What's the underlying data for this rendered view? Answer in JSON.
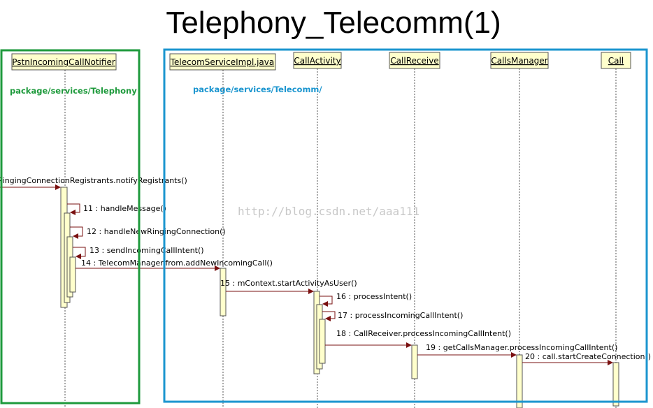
{
  "title": "Telephony_Telecomm(1)",
  "packages": [
    {
      "id": "pkg-telephony",
      "label": "package/services/Telephony",
      "color": "#1e9a3c"
    },
    {
      "id": "pkg-telecomm",
      "label": "package/services/Telecomm/",
      "color": "#1b95cf"
    }
  ],
  "lifelines": [
    {
      "id": "ll-pstn",
      "label": "PstnIncomingCallNotifier"
    },
    {
      "id": "ll-telecomservice",
      "label": "TelecomServiceImpl.java"
    },
    {
      "id": "ll-callactivity",
      "label": "CallActivity"
    },
    {
      "id": "ll-callreceive",
      "label": "CallReceive"
    },
    {
      "id": "ll-callsmanager",
      "label": "CallsManager"
    },
    {
      "id": "ll-call",
      "label": "Call"
    }
  ],
  "messages": [
    {
      "label": "RingingConnectionRegistrants.notifyRegistrants()"
    },
    {
      "label": "11 : handleMessage()"
    },
    {
      "label": "12 : handleNewRingingConnection()"
    },
    {
      "label": "13 : sendIncomingCallIntent()"
    },
    {
      "label": "14 : TelecomManager.from.addNewIncomingCall()"
    },
    {
      "label": "15 : mContext.startActivityAsUser()"
    },
    {
      "label": "16 : processIntent()"
    },
    {
      "label": "17 : processIncomingCallIntent()"
    },
    {
      "label": "18 : CallReceiver.processIncomingCallIntent()"
    },
    {
      "label": "19 : getCallsManager.processIncomingCallIntent()"
    },
    {
      "label": "20 : call.startCreateConnection()"
    }
  ],
  "watermark": "http://blog.csdn.net/aaa111",
  "colors": {
    "header_fill": "#ffffcc",
    "activation_fill": "#ffffcc",
    "arrow": "#7a1010",
    "lifeline": "#555555"
  }
}
